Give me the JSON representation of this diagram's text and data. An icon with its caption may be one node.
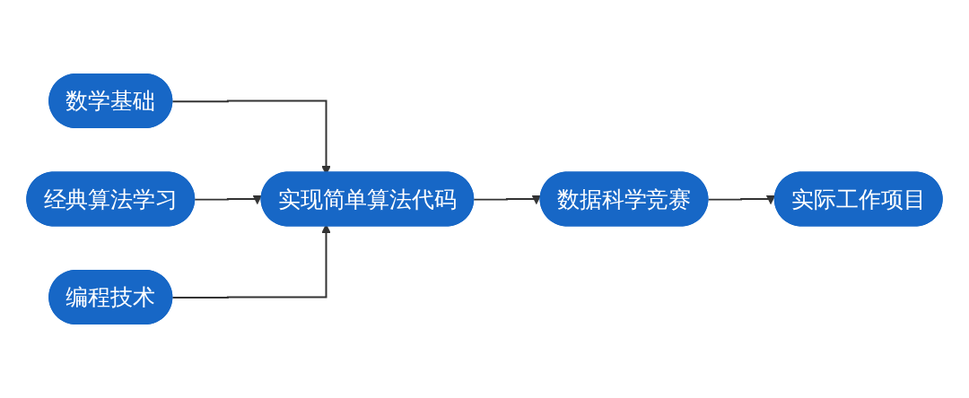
{
  "diagram": {
    "nodes": [
      {
        "text": [
          "数学基础"
        ]
      },
      {
        "text": [
          "经典算法学习"
        ]
      },
      {
        "text": [
          "编程技术"
        ]
      },
      {
        "text": [
          "实现简单算法代码"
        ]
      },
      {
        "text": [
          "数据科学竞赛"
        ]
      },
      {
        "text": [
          "实际工作项目"
        ]
      }
    ],
    "edges": [
      {
        "from": 0,
        "to": 3,
        "arrow": "to"
      },
      {
        "from": 1,
        "to": 3,
        "arrow": "to"
      },
      {
        "from": 2,
        "to": 3,
        "arrow": "to"
      },
      {
        "from": 3,
        "to": 4,
        "arrow": "to"
      },
      {
        "from": 4,
        "to": 5,
        "arrow": "to"
      }
    ]
  }
}
